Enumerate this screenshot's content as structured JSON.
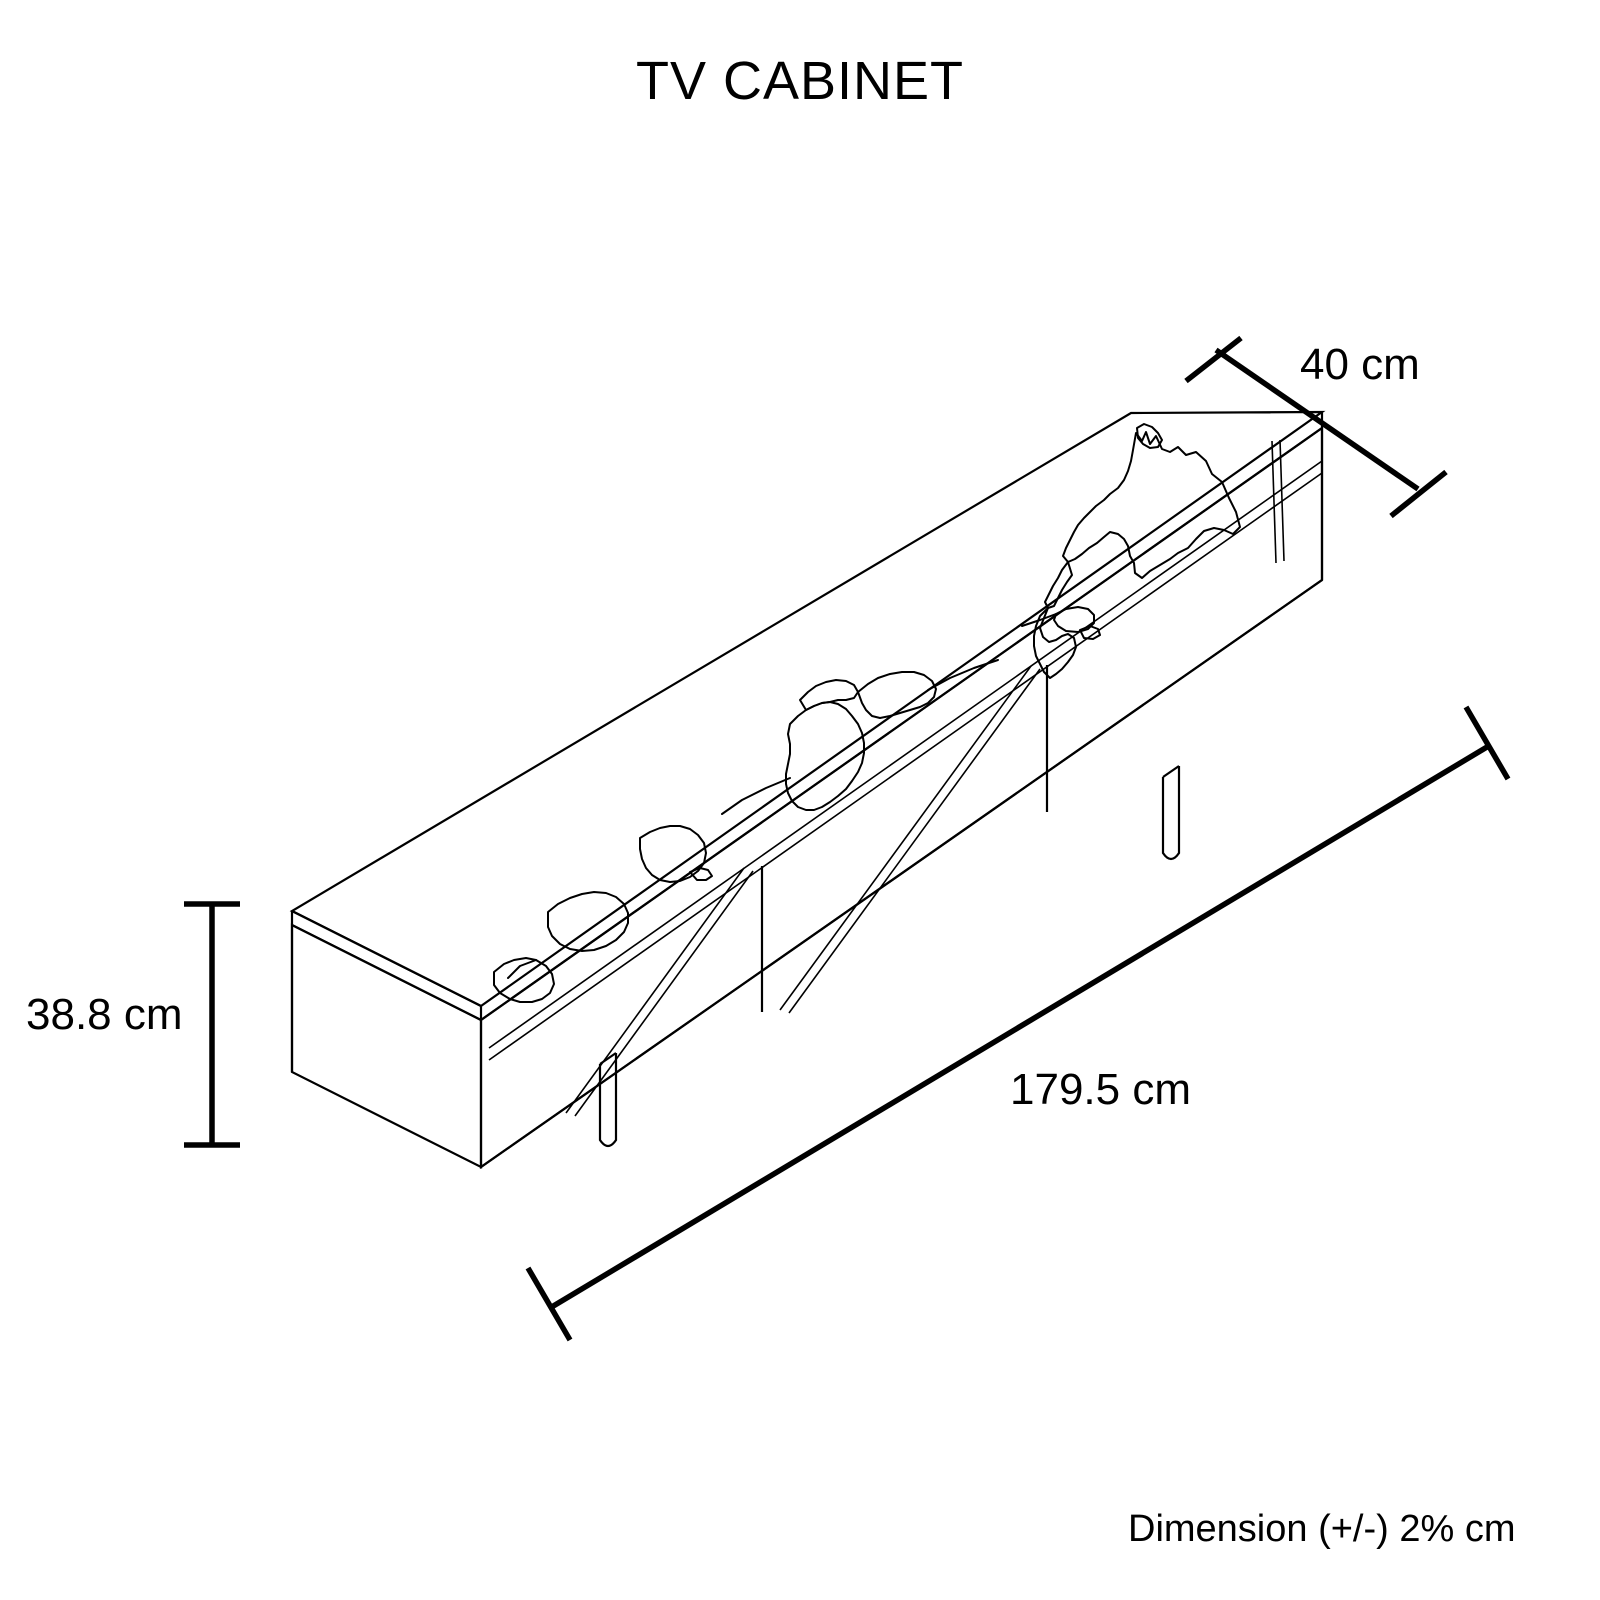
{
  "page": {
    "title": "TV CABINET",
    "background_color": "#ffffff",
    "line_color": "#000000",
    "footnote": "Dimension  (+/-) 2% cm"
  },
  "product": {
    "name": "TV CABINET",
    "view": "isometric line drawing",
    "top_surface_pattern": "world-map continents outline",
    "leg_count": 4,
    "leg_style": "thin cylindrical pin with rounded foot",
    "front_panels": 3,
    "front_decoration": "diagonal double-line chevron inlay"
  },
  "dimensions": {
    "depth": {
      "label": "40 cm",
      "value": 40,
      "unit": "cm",
      "axis": "depth"
    },
    "height": {
      "label": "38.8 cm",
      "value": 38.8,
      "unit": "cm",
      "axis": "height"
    },
    "width": {
      "label": "179.5 cm",
      "value": 179.5,
      "unit": "cm",
      "axis": "width"
    }
  }
}
